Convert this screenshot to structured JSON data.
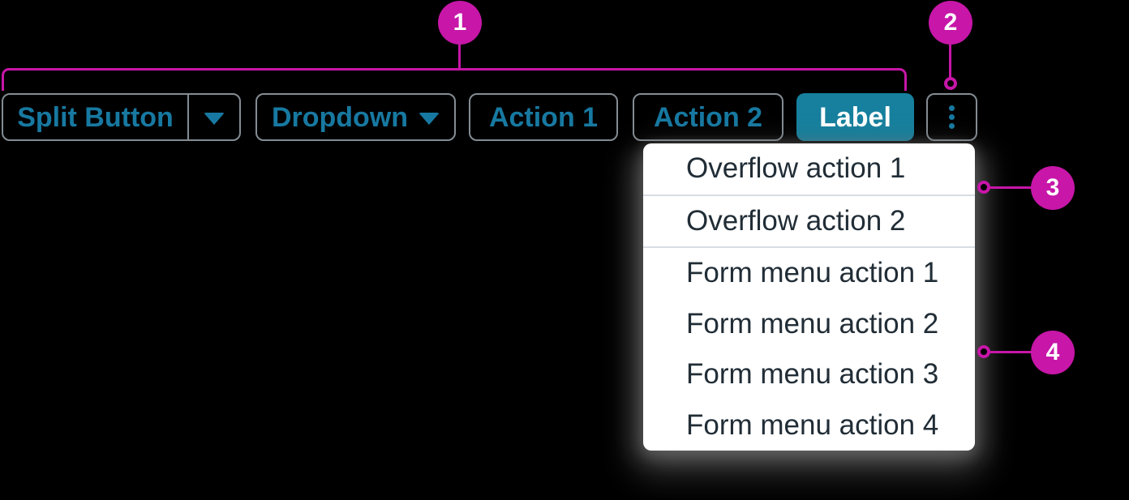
{
  "colors": {
    "canvas-bg": "#000000",
    "accent": "#1779a1",
    "accent-fill": "#16809e",
    "label-text": "#ffffff",
    "border-gray": "#848c93",
    "magenta": "#c716a8",
    "menu-bg": "#ffffff",
    "menu-text": "#212d36",
    "divider": "#d8dde2"
  },
  "toolbar": {
    "split_button": {
      "label": "Split Button",
      "caret_icon": "caret-down"
    },
    "dropdown_button": {
      "label": "Dropdown",
      "caret_icon": "caret-down"
    },
    "action_1": {
      "label": "Action 1"
    },
    "action_2": {
      "label": "Action 2"
    },
    "label_button": {
      "label": "Label"
    },
    "overflow_button": {
      "icon": "kebab-vertical"
    }
  },
  "menu": {
    "items": [
      {
        "label": "Overflow action 1",
        "divider_after": true
      },
      {
        "label": "Overflow action 2",
        "divider_after": true
      },
      {
        "label": "Form menu action 1",
        "divider_after": false
      },
      {
        "label": "Form menu action 2",
        "divider_after": false
      },
      {
        "label": "Form menu action 3",
        "divider_after": false
      },
      {
        "label": "Form menu action 4",
        "divider_after": false
      }
    ]
  },
  "annotations": {
    "markers": [
      {
        "number": "1",
        "target": "toolbar-button-group"
      },
      {
        "number": "2",
        "target": "overflow-kebab-button"
      },
      {
        "number": "3",
        "target": "overflow-actions"
      },
      {
        "number": "4",
        "target": "form-menu-actions"
      }
    ]
  }
}
